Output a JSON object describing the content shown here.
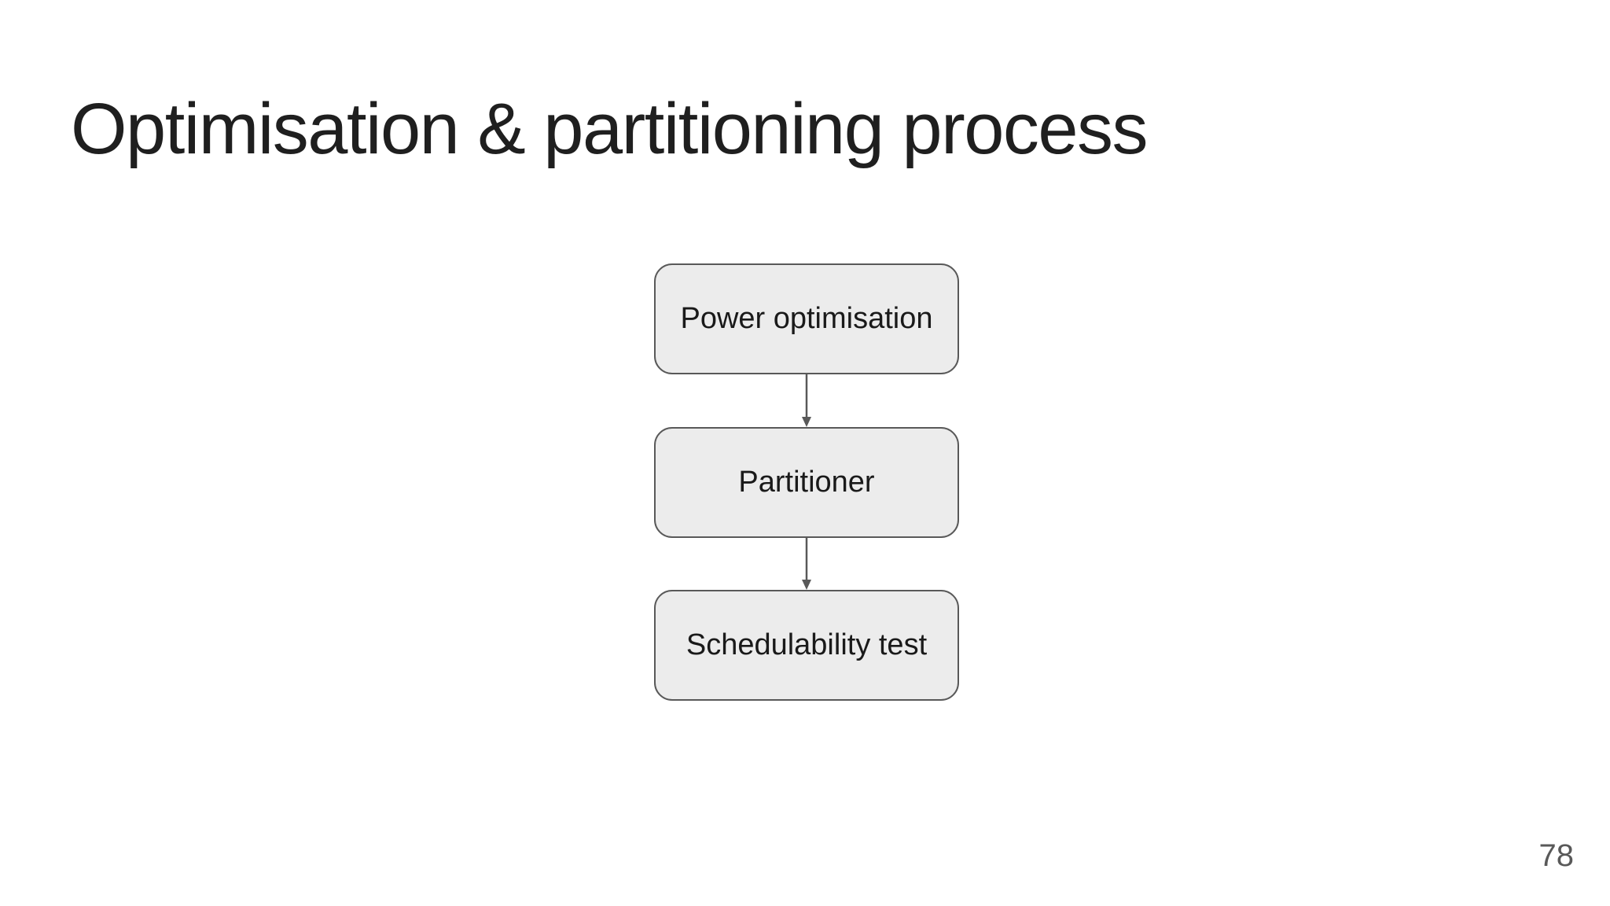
{
  "slide": {
    "title": "Optimisation & partitioning process",
    "page_number": "78"
  },
  "flowchart": {
    "nodes": [
      {
        "id": "power-optimisation",
        "label": "Power optimisation"
      },
      {
        "id": "partitioner",
        "label": "Partitioner"
      },
      {
        "id": "schedulability-test",
        "label": "Schedulability test"
      }
    ],
    "connections": [
      {
        "from": "power-optimisation",
        "to": "partitioner"
      },
      {
        "from": "partitioner",
        "to": "schedulability-test"
      }
    ]
  },
  "theme": {
    "background": "#ffffff",
    "title_color": "#1f1f1f",
    "node_fill": "#ececec",
    "node_border": "#595959",
    "node_text": "#1a1a1a",
    "arrow_color": "#595959",
    "page_number_color": "#595959"
  }
}
